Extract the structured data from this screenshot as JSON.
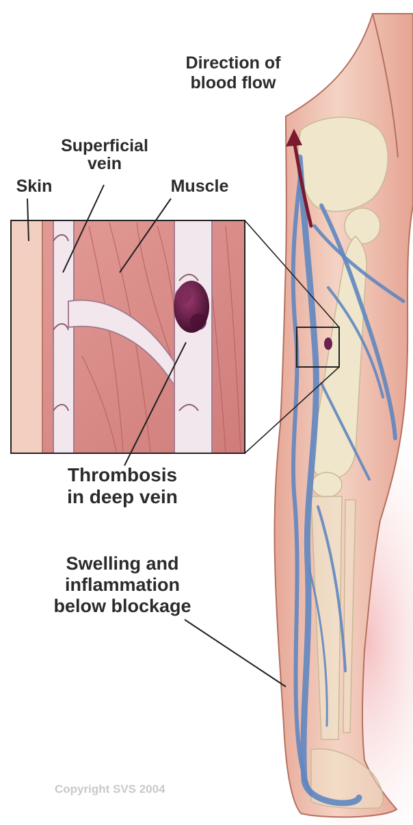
{
  "labels": {
    "direction_line1": "Direction of",
    "direction_line2": "blood flow",
    "superficial_line1": "Superficial",
    "superficial_line2": "vein",
    "skin": "Skin",
    "muscle": "Muscle",
    "thrombosis_line1": "Thrombosis",
    "thrombosis_line2": "in deep vein",
    "swelling_line1": "Swelling and",
    "swelling_line2": "inflammation",
    "swelling_line3": "below blockage"
  },
  "copyright": "Copyright SVS 2004",
  "colors": {
    "skin": "#f0c9b8",
    "skin_shadow": "#e2a08f",
    "muscle": "#d98a86",
    "vein_blue": "#5f86c0",
    "bone": "#efe6cc",
    "clot": "#5a1740",
    "arrow": "#7a1a2e",
    "swelling_glow": "#f6c6c6"
  }
}
